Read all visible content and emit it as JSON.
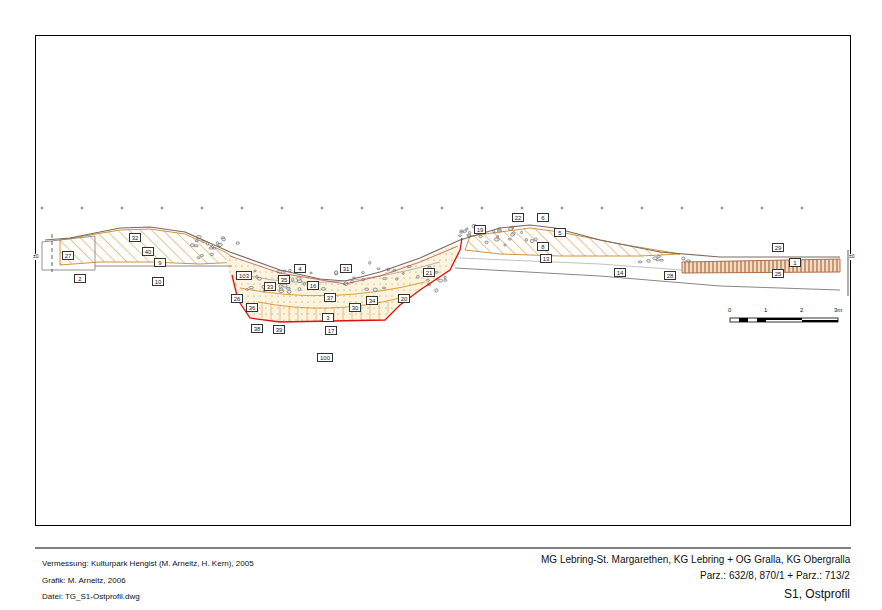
{
  "diagram": {
    "nodes": [
      {
        "text": [
          "27"
        ]
      },
      {
        "text": [
          "2"
        ]
      },
      {
        "text": [
          "32"
        ]
      },
      {
        "text": [
          "40"
        ]
      },
      {
        "text": [
          "9"
        ]
      },
      {
        "text": [
          "10"
        ]
      },
      {
        "text": [
          "26"
        ]
      },
      {
        "text": [
          "103"
        ]
      },
      {
        "text": [
          "36"
        ]
      },
      {
        "text": [
          "33"
        ]
      },
      {
        "text": [
          "35"
        ]
      },
      {
        "text": [
          "38"
        ]
      },
      {
        "text": [
          "39"
        ]
      },
      {
        "text": [
          "37"
        ]
      },
      {
        "text": [
          "31"
        ]
      },
      {
        "text": [
          "16"
        ]
      },
      {
        "text": [
          "3"
        ]
      },
      {
        "text": [
          "17"
        ]
      },
      {
        "text": [
          "34"
        ]
      },
      {
        "text": [
          "30"
        ]
      },
      {
        "text": [
          "20"
        ]
      },
      {
        "text": [
          "21"
        ]
      },
      {
        "text": [
          "19"
        ]
      },
      {
        "text": [
          "22"
        ]
      },
      {
        "text": [
          "6"
        ]
      },
      {
        "text": [
          "8"
        ]
      },
      {
        "text": [
          "5"
        ]
      },
      {
        "text": [
          "13"
        ]
      },
      {
        "text": [
          "14"
        ]
      },
      {
        "text": [
          "28"
        ]
      },
      {
        "text": [
          "29"
        ]
      },
      {
        "text": [
          "1"
        ]
      },
      {
        "text": [
          "25"
        ]
      },
      {
        "text": [
          "4"
        ]
      },
      {
        "text": [
          "100"
        ]
      }
    ],
    "labels": [
      "Vermessung: Kulturpark Hengist (M. Arneitz, H. Kern), 2005",
      "Grafik: M. Arneitz, 2006",
      "Datei: TG_S1-Ostprofil.dwg",
      "MG Lebring-St. Margarethen, KG Lebring + OG Gralla, KG Obergralla",
      "Parz.: 632/8, 870/1 + Parz.: 713/2",
      "S1, Ostprofil",
      "0",
      "1",
      "2",
      "3m",
      "±0",
      "±0"
    ]
  }
}
